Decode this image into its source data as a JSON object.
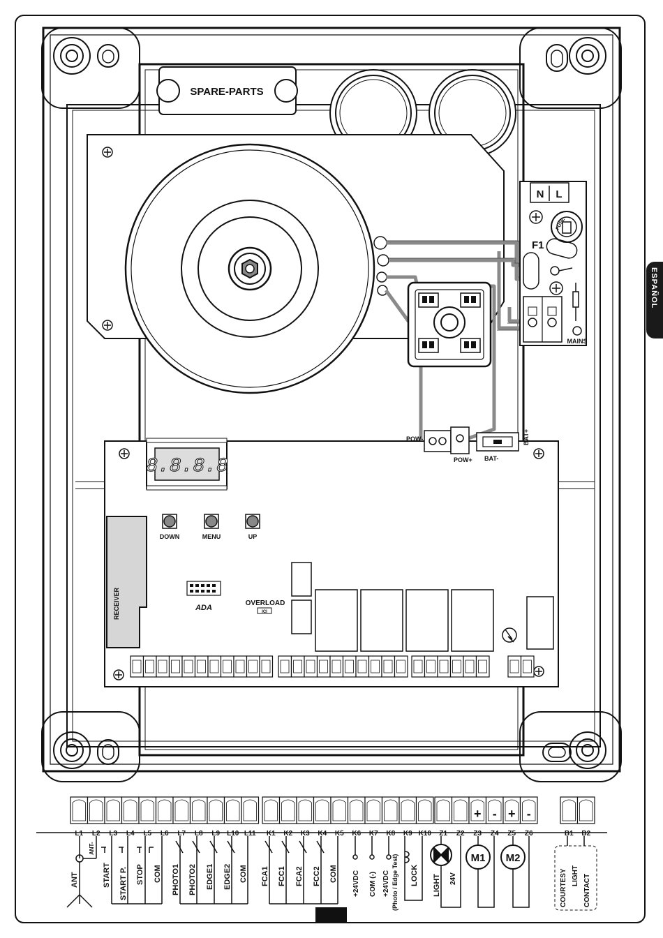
{
  "side_tab": "ESPAÑOL",
  "cover_label": "SPARE-PARTS",
  "mains_block": {
    "n": "N",
    "l": "L",
    "fuse_text": "FUSE",
    "fuse_id": "F1",
    "mains": "MAINS"
  },
  "power": {
    "pow_minus": "POW-",
    "pow_plus": "POW+",
    "bat_minus": "BAT-",
    "bat_plus": "BAT+"
  },
  "display": {
    "digits": "8.8.8.8"
  },
  "buttons": {
    "down": "DOWN",
    "menu": "MENU",
    "up": "UP"
  },
  "board": {
    "receiver": "RECEIVER",
    "overload": "OVERLOAD",
    "overload_sub": "ICI",
    "logo": "ADA"
  },
  "terminal_groups": [
    {
      "terminals": [
        "L1",
        "L2",
        "L3",
        "L4",
        "L5",
        "L6",
        "L7",
        "L8",
        "L9",
        "L10",
        "L11"
      ]
    },
    {
      "terminals": [
        "K1",
        "K2",
        "K3",
        "K4",
        "K5",
        "K6",
        "K7",
        "K8",
        "K9",
        "K10"
      ]
    },
    {
      "terminals": [
        "Z1",
        "Z2",
        "Z3",
        "Z4",
        "Z5",
        "Z6"
      ]
    },
    {
      "terminals": [
        "B1",
        "B2"
      ]
    }
  ],
  "polarity": [
    "+",
    "-",
    "+",
    "-"
  ],
  "functions": {
    "ant": "ANT",
    "ant_minus": "ANT-",
    "start": "START",
    "start_p": "START P.",
    "stop": "STOP",
    "com1": "COM",
    "photo1": "PHOTO1",
    "photo2": "PHOTO2",
    "edge1": "EDGE1",
    "edge2": "EDGE2",
    "com2": "COM",
    "fca1": "FCA1",
    "fcc1": "FCC1",
    "fca2": "FCA2",
    "fcc2": "FCC2",
    "com3": "COM",
    "v24": "+24VDC",
    "com_minus": "COM (-)",
    "v24_test": "+24VDC",
    "v24_test_sub": "(Photo / Edge Test)",
    "lock": "LOCK",
    "light": "LIGHT",
    "v24_light": "24V",
    "m1": "M1",
    "m2": "M2",
    "courtesy": "COURTESY",
    "courtesy2": "LIGHT",
    "courtesy3": "CONTACT"
  }
}
